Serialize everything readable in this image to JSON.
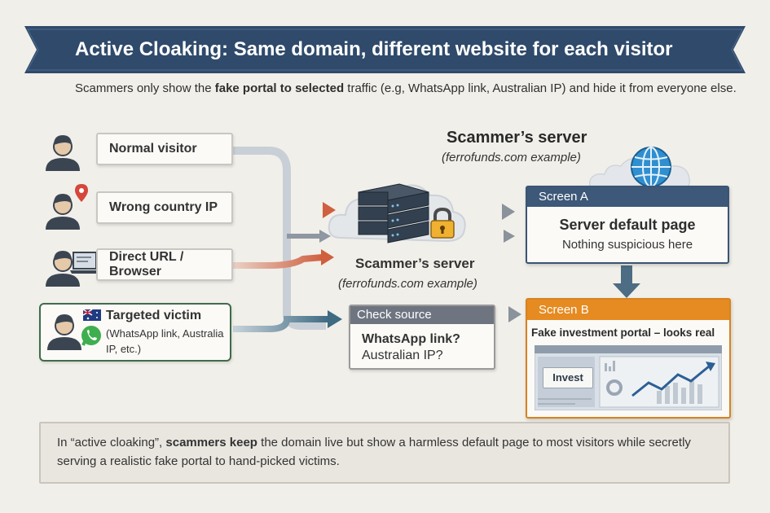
{
  "banner": {
    "title": "Active Cloaking: Same domain, different website for each visitor"
  },
  "intro": {
    "part1": "Scammers only show the ",
    "bold1": "fake portal to selected",
    "part2": " traffic (e.g, WhatsApp link, Australian IP) and hide it from everyone else."
  },
  "visitors": [
    {
      "label": "Normal visitor",
      "icon": "person-icon"
    },
    {
      "label": "Wrong country IP",
      "icon": "location-pin-icon"
    },
    {
      "label": "Direct URL / Browser",
      "icon": "laptop-icon"
    }
  ],
  "victim": {
    "title": "Targeted victim",
    "detail": "(WhatsApp link, Australia IP, etc.)",
    "icons": [
      "australia-flag-icon",
      "whatsapp-phone-icon"
    ]
  },
  "server": {
    "heading": "Scammer’s server",
    "heading_sub": "(ferrofunds.com example)",
    "caption": "Scammer’s server",
    "caption_sub": "(ferrofunds.com example)",
    "icons": [
      "server-rack-icon",
      "padlock-icon",
      "globe-icon",
      "cloud-icon"
    ]
  },
  "check": {
    "header": "Check source",
    "q1": "WhatsApp link?",
    "q2": "Australian IP?"
  },
  "screen_a": {
    "header": "Screen A",
    "title": "Server default page",
    "text": "Nothing suspicious here"
  },
  "screen_b": {
    "header": "Screen B",
    "caption": "Fake investment portal – looks real",
    "button": "Invest"
  },
  "footer": {
    "part1": "In “active cloaking”, ",
    "bold1": "scammers keep",
    "part2": " the domain live but show a harmless default page to most visitors while secretly serving a realistic fake portal to hand-picked victims."
  },
  "colors": {
    "banner": "#2f4a6b",
    "screen_a": "#3d5878",
    "screen_b": "#e58b22",
    "arrow_red": "#d0694c",
    "arrow_gray": "#8e97a2",
    "arrow_teal": "#4c6d83",
    "victim_border": "#3f6c4c"
  }
}
